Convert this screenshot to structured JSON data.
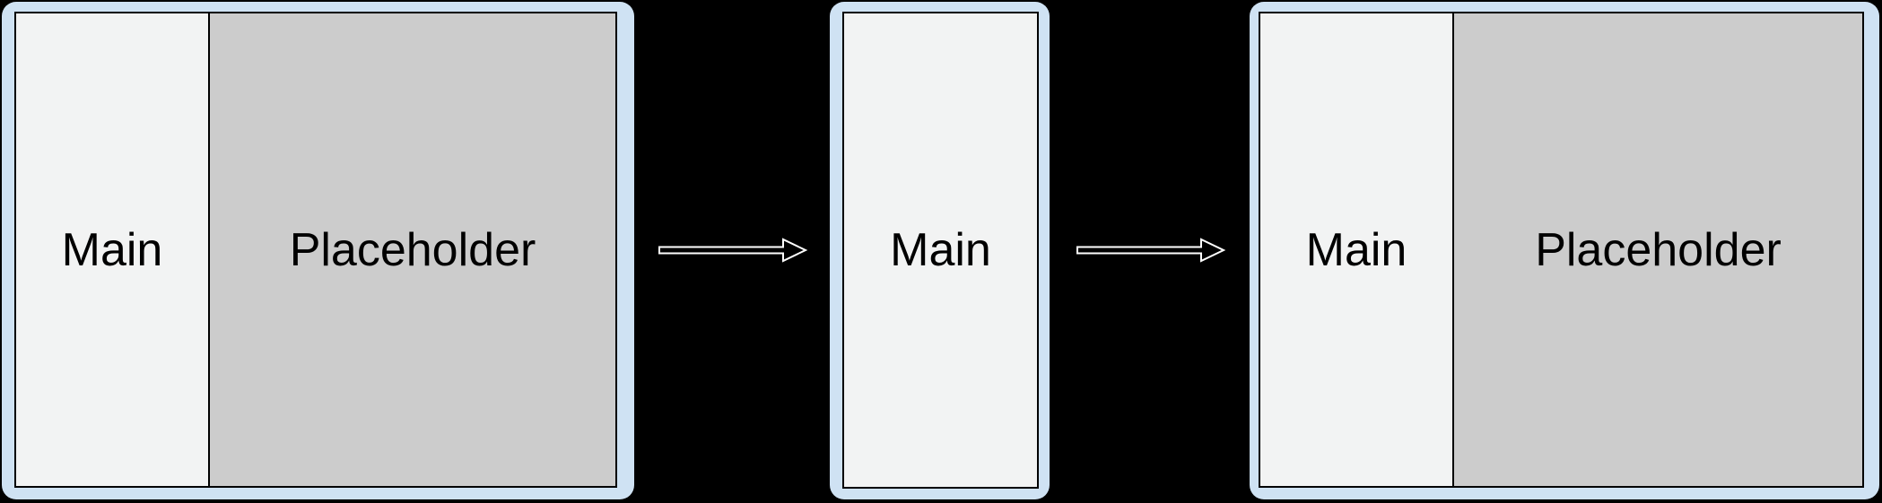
{
  "diagram": {
    "description_type": "layout-transition-diagram",
    "stages": [
      {
        "id": "stage-1",
        "panels": [
          {
            "type": "main",
            "label": "Main"
          },
          {
            "type": "placeholder",
            "label": "Placeholder"
          }
        ]
      },
      {
        "id": "stage-2",
        "panels": [
          {
            "type": "main",
            "label": "Main"
          }
        ]
      },
      {
        "id": "stage-3",
        "panels": [
          {
            "type": "main",
            "label": "Main"
          },
          {
            "type": "placeholder",
            "label": "Placeholder"
          }
        ]
      }
    ],
    "arrows": [
      {
        "id": "arrow-1",
        "direction": "right"
      },
      {
        "id": "arrow-2",
        "direction": "right"
      }
    ]
  },
  "colors": {
    "bg": "#000000",
    "frame": "#cfe2f3",
    "main-panel": "#f2f3f3",
    "placeholder-panel": "#cccccc",
    "panel-border": "#000000",
    "text": "#000000",
    "arrow-fill": "#000000",
    "arrow-outline": "#ffffff"
  }
}
